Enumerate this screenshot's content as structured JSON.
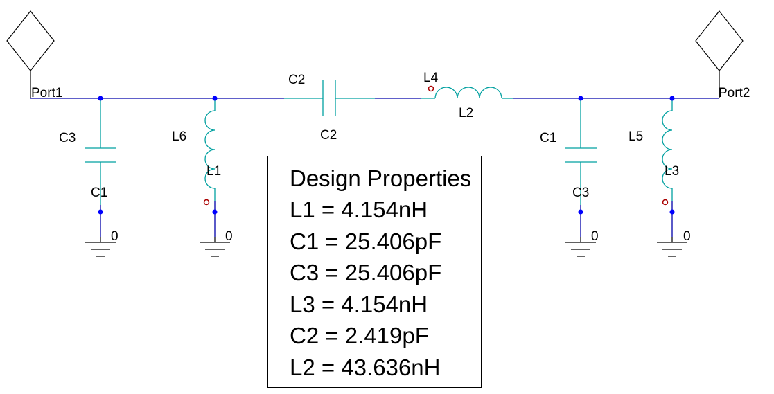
{
  "colors": {
    "wire": "#0000aa",
    "component": "#00a0a0",
    "node": "#0000ff",
    "port": "#000000",
    "marker": "#aa0000"
  },
  "ports": {
    "port1": "Port1",
    "port2": "Port2"
  },
  "labels": {
    "c2_top": "C2",
    "c2_bottom": "C2",
    "l4": "L4",
    "l2": "L2",
    "c3_left": "C3",
    "c1_left": "C1",
    "l6": "L6",
    "l1": "L1",
    "c1_right": "C1",
    "c3_right": "C3",
    "l5": "L5",
    "l3": "L3"
  },
  "grounds": {
    "g1": "0",
    "g2": "0",
    "g3": "0",
    "g4": "0"
  },
  "design_properties": {
    "title": "Design Properties",
    "items": [
      "L1 = 4.154nH",
      "C1 = 25.406pF",
      "C3 = 25.406pF",
      "L3 = 4.154nH",
      "C2 = 2.419pF",
      "L2 = 43.636nH"
    ]
  }
}
